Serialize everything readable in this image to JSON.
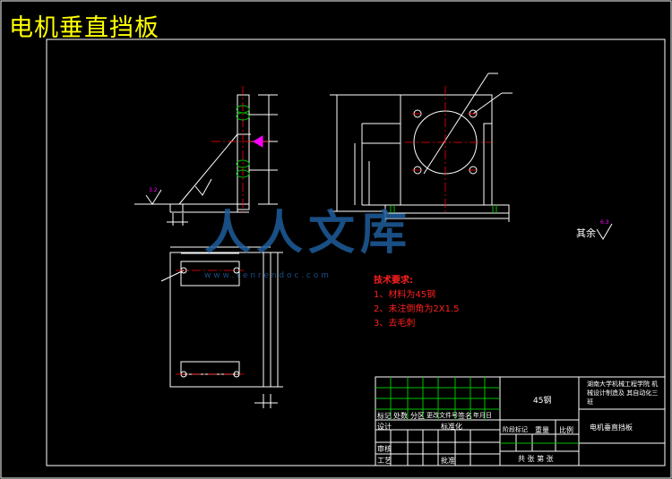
{
  "drawing": {
    "title": "电机垂直挡板",
    "roughness_label": "其余",
    "notes_title": "技术要求:",
    "notes": [
      "1、材料为45钢",
      "2、未注倒角为2X1.5",
      "3、去毛刺"
    ],
    "watermark_main": "人人文库",
    "watermark_url": "w w w . r e n r e n d o c . c o m"
  },
  "title_block": {
    "material": "45钢",
    "school": "湖南大学机械工程学院 机械设计制造及 其自动化三班",
    "part_name": "电机垂直挡板",
    "rev_headers": [
      "标记",
      "处数",
      "分区",
      "更改文件号",
      "签名",
      "年月日"
    ],
    "design_row": [
      "设计",
      "标准化"
    ],
    "stage_headers": [
      "阶段标记",
      "重量",
      "比例"
    ],
    "review": "审核",
    "process": "工艺",
    "approve": "批准",
    "sheets": "共 张 第 张"
  },
  "colors": {
    "bg": "#000000",
    "line": "#ffffff",
    "center": "#ff0000",
    "dim": "#ffffff",
    "weld": "#00c000",
    "title": "#ffff00",
    "note": "#ff2020",
    "watermark": "#1e5d9c"
  }
}
